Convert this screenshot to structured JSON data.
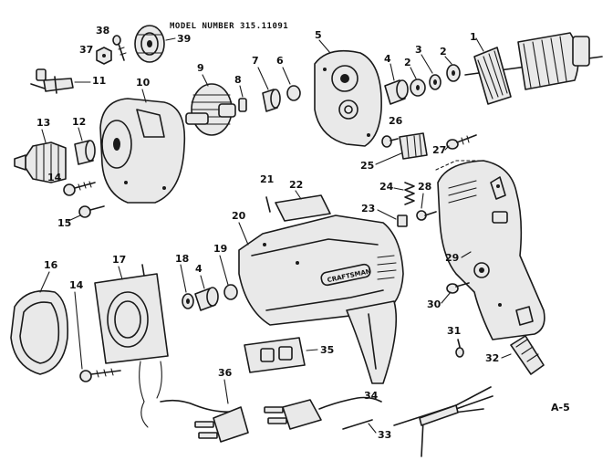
{
  "header": {
    "model_label": "MODEL NUMBER 315.11091"
  },
  "sheet_code": "A-5",
  "nameplate": "CRAFTSMAN",
  "callouts": {
    "p1": "1",
    "p2a": "2",
    "p2b": "2",
    "p3": "3",
    "p4a": "4",
    "p4b": "4",
    "p5": "5",
    "p6": "6",
    "p7": "7",
    "p8": "8",
    "p9": "9",
    "p10": "10",
    "p11": "11",
    "p12": "12",
    "p13": "13",
    "p14a": "14",
    "p14b": "14",
    "p15": "15",
    "p16": "16",
    "p17": "17",
    "p18": "18",
    "p19": "19",
    "p20": "20",
    "p21": "21",
    "p22": "22",
    "p23": "23",
    "p24": "24",
    "p25": "25",
    "p26": "26",
    "p27": "27",
    "p28": "28",
    "p29": "29",
    "p30": "30",
    "p31": "31",
    "p32": "32",
    "p33": "33",
    "p34": "34",
    "p35": "35",
    "p36": "36",
    "p37": "37",
    "p38": "38",
    "p39": "39"
  }
}
